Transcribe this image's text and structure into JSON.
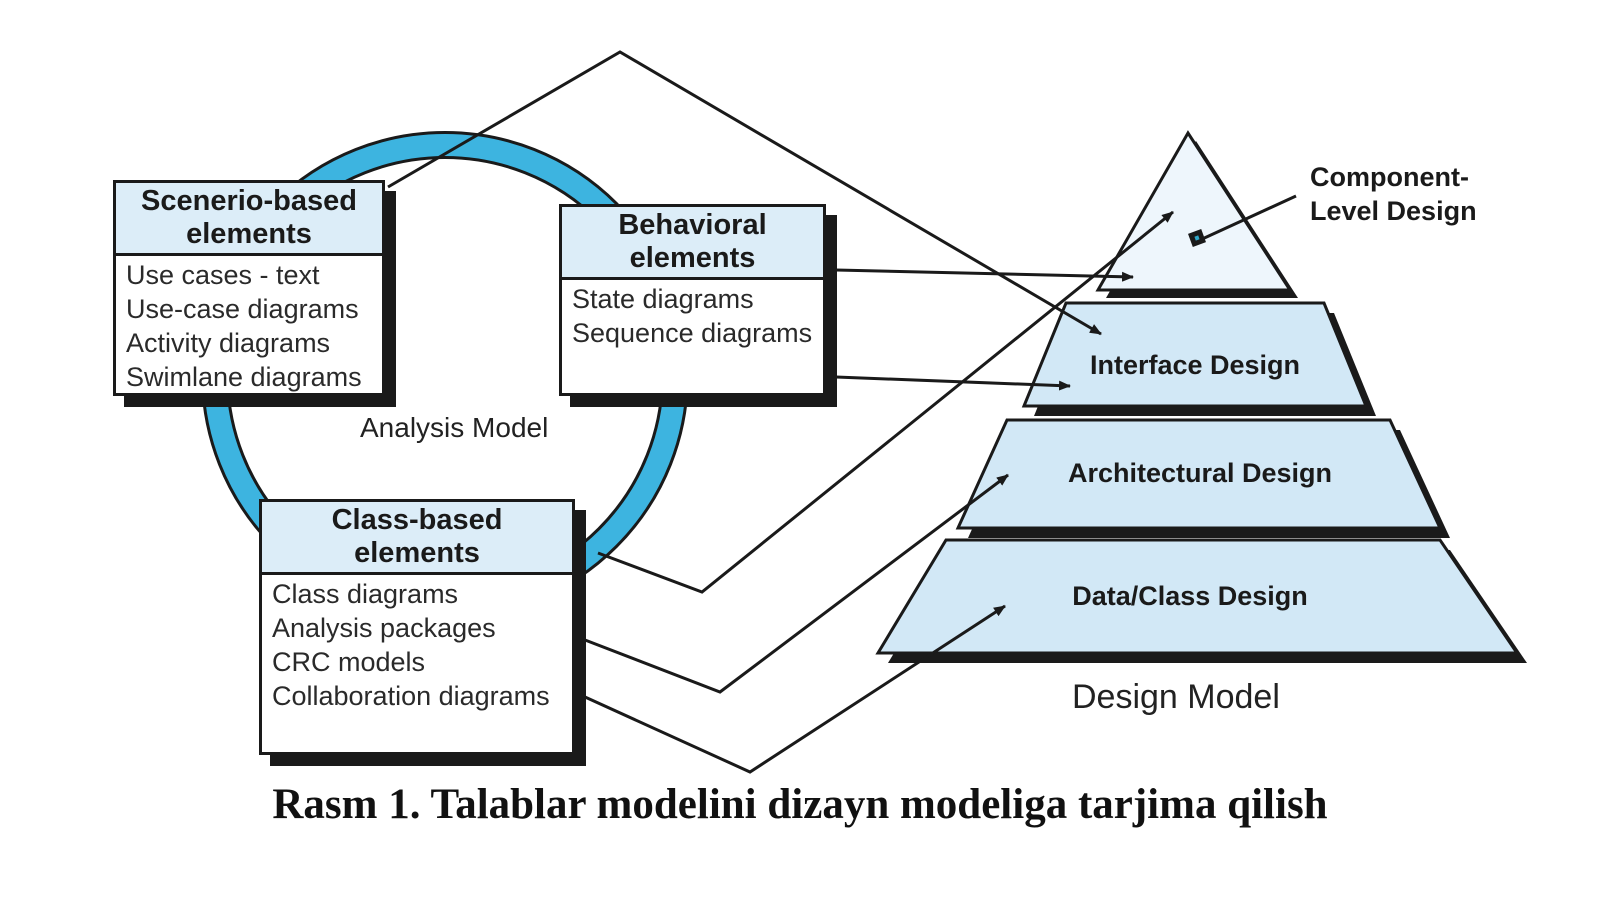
{
  "analysis_model": {
    "label": "Analysis Model",
    "scenario": {
      "title_lines": [
        "Scenerio-based",
        "elements"
      ],
      "items": [
        "Use cases - text",
        "Use-case diagrams",
        "Activity diagrams",
        "Swimlane diagrams"
      ]
    },
    "behavioral": {
      "title_lines": [
        "Behavioral",
        "elements"
      ],
      "items": [
        "State diagrams",
        "Sequence diagrams"
      ]
    },
    "class_based": {
      "title_lines": [
        "Class-based",
        "elements"
      ],
      "items": [
        "Class diagrams",
        "Analysis packages",
        "CRC models",
        "Collaboration diagrams"
      ]
    }
  },
  "design_model": {
    "label": "Design Model",
    "tiers": {
      "component": [
        "Component-",
        "Level Design"
      ],
      "interface": "Interface Design",
      "architectural": "Architectural Design",
      "data_class": "Data/Class Design"
    }
  },
  "caption": "Rasm 1. Talablar modelini dizayn modeliga tarjima qilish",
  "colors": {
    "ring": "#3db4e0",
    "header_fill": "#dcedf8",
    "pyramid_fill": "#d2e8f6",
    "apex_fill": "#eef6fc",
    "outline": "#1a1a1a"
  }
}
